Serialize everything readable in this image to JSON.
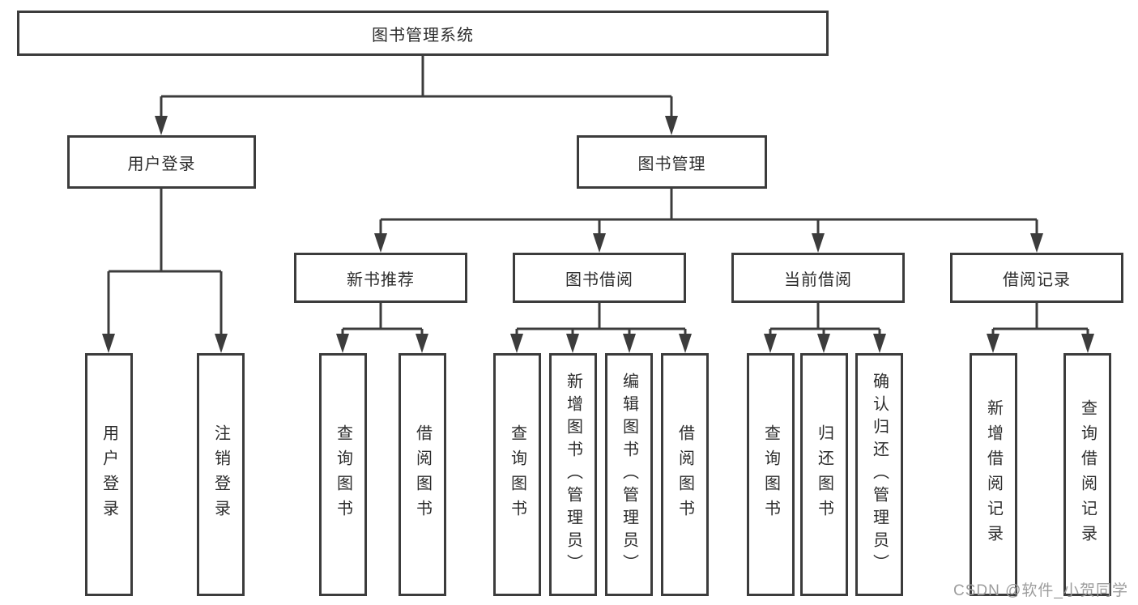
{
  "diagram": {
    "root": "图书管理系统",
    "level1": [
      "用户登录",
      "图书管理"
    ],
    "level2": [
      "新书推荐",
      "图书借阅",
      "当前借阅",
      "借阅记录"
    ],
    "leaves": {
      "user_login": [
        "用户登录",
        "注销登录"
      ],
      "new_book_recommend": [
        "查询图书",
        "借阅图书"
      ],
      "book_borrow": [
        "查询图书",
        "新增图书（管理员）",
        "编辑图书（管理员）",
        "借阅图书"
      ],
      "current_borrow": [
        "查询图书",
        "归还图书",
        "确认归还（管理员）"
      ],
      "borrow_record": [
        "新增借阅记录",
        "查询借阅记录"
      ]
    }
  },
  "watermark": {
    "text": "CSDN @软件_小贺同学"
  },
  "colors": {
    "line": "#3c3c3c",
    "text": "#2d2d2d",
    "watermark": "#9d9d9d",
    "background": "#ffffff"
  }
}
